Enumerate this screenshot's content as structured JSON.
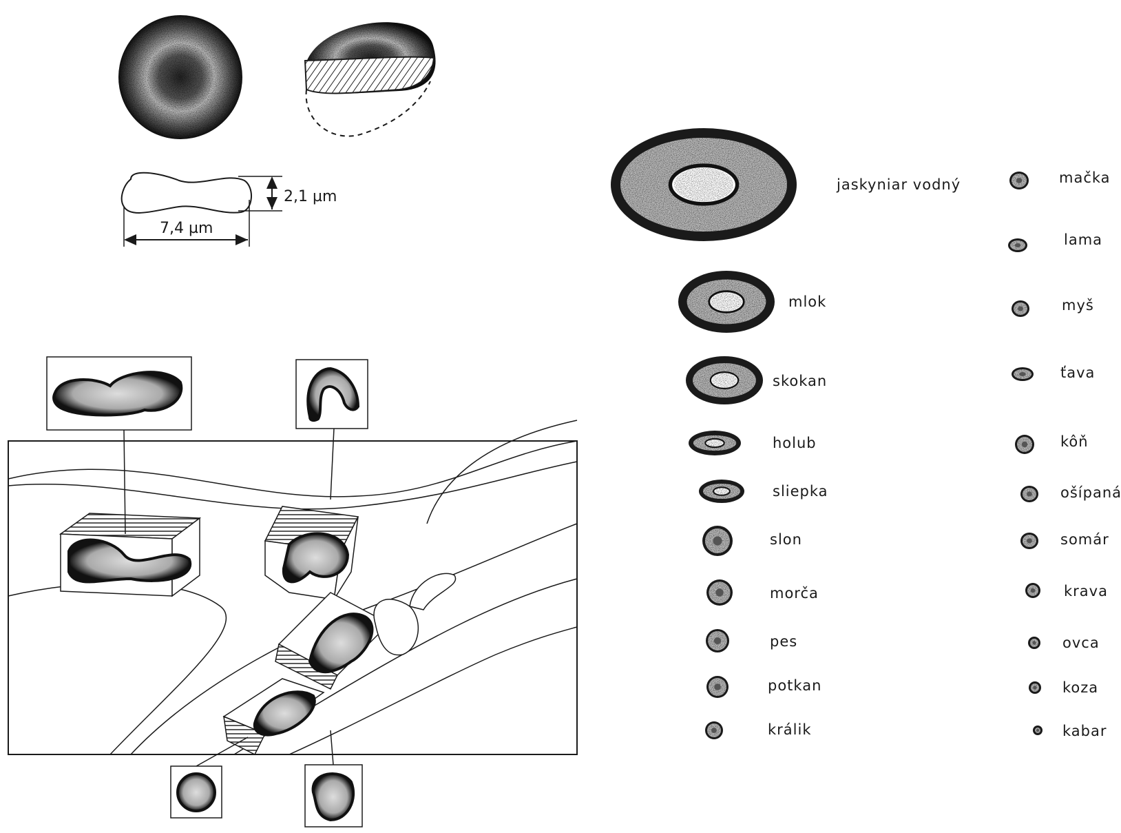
{
  "dimensions": {
    "thickness": "2,1 µm",
    "diameter": "7,4 µm"
  },
  "species_left": [
    "jaskyniar vodný",
    "mlok",
    "skokan",
    "holub",
    "sliepka",
    "slon",
    "morča",
    "pes",
    "potkan",
    "králik"
  ],
  "species_right": [
    "mačka",
    "lama",
    "myš",
    "ťava",
    "kôň",
    "ošípaná",
    "somár",
    "krava",
    "ovca",
    "koza",
    "kabar"
  ],
  "colors": {
    "ink": "#1a1a1a",
    "paper": "#ffffff"
  }
}
